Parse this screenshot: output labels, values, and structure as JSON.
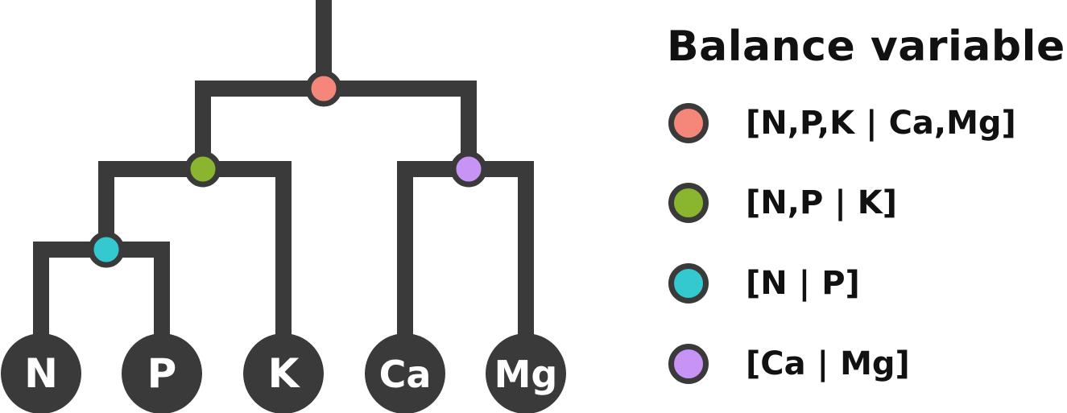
{
  "legend": {
    "title": "Balance variables",
    "items": [
      {
        "label": "[N,P,K | Ca,Mg]",
        "color": "#f4877a"
      },
      {
        "label": "[N,P | K]",
        "color": "#8ab52e"
      },
      {
        "label": "[N | P]",
        "color": "#33c9cf"
      },
      {
        "label": "[Ca | Mg]",
        "color": "#c793f5"
      }
    ]
  },
  "tree": {
    "line_color": "#3a3a3a",
    "leaves": [
      "N",
      "P",
      "K",
      "Ca",
      "Mg"
    ],
    "balances": [
      {
        "label": "[N,P,K | Ca,Mg]",
        "color": "#f4877a"
      },
      {
        "label": "[N,P | K]",
        "color": "#8ab52e"
      },
      {
        "label": "[N | P]",
        "color": "#33c9cf"
      },
      {
        "label": "[Ca | Mg]",
        "color": "#c793f5"
      }
    ]
  }
}
